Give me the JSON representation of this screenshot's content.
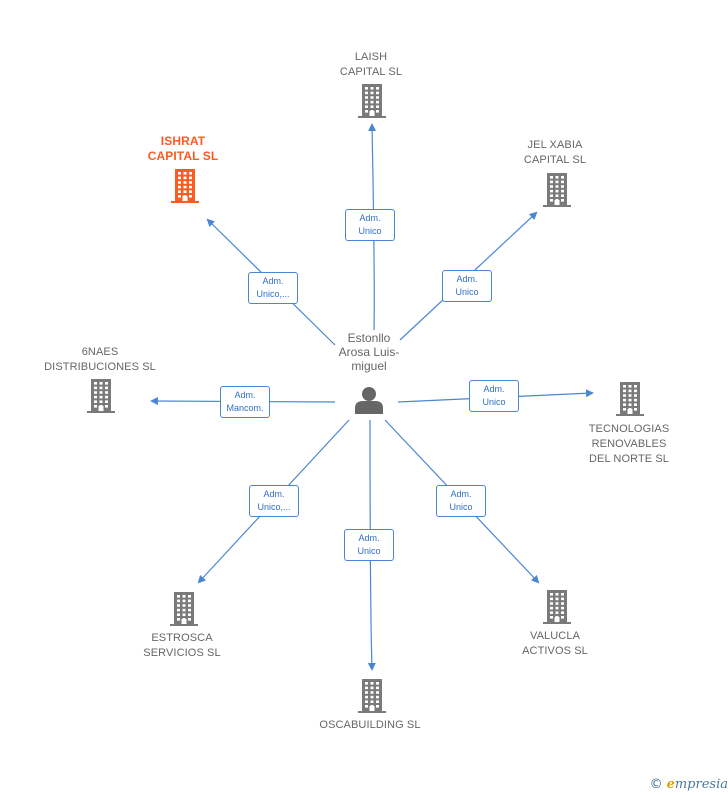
{
  "center": {
    "name": "Estonllo\nArosa Luis-\nmiguel",
    "icon": "person-icon"
  },
  "colors": {
    "edge": "#4a86d4",
    "building": "#7a7a7a",
    "highlight": "#ff5a1f"
  },
  "nodes": [
    {
      "id": "laish",
      "label": "LAISH\nCAPITAL  SL",
      "role": "Adm.\nUnico",
      "highlight": false
    },
    {
      "id": "jel-xabia",
      "label": "JEL XABIA\nCAPITAL  SL",
      "role": "Adm.\nUnico",
      "highlight": false
    },
    {
      "id": "ishrat",
      "label": "ISHRAT\nCAPITAL  SL",
      "role": "Adm.\nUnico,...",
      "highlight": true
    },
    {
      "id": "6naes",
      "label": "6NAES\nDISTRIBUCIONES SL",
      "role": "Adm.\nMancom.",
      "highlight": false
    },
    {
      "id": "tecnologias",
      "label": "TECNOLOGIAS\nRENOVABLES\nDEL NORTE SL",
      "role": "Adm.\nUnico",
      "highlight": false
    },
    {
      "id": "estrosca",
      "label": "ESTROSCA\nSERVICIOS SL",
      "role": "Adm.\nUnico,...",
      "highlight": false
    },
    {
      "id": "oscabuilding",
      "label": "OSCABUILDING SL",
      "role": "Adm.\nUnico",
      "highlight": false
    },
    {
      "id": "valucla",
      "label": "VALUCLA\nACTIVOS  SL",
      "role": "Adm.\nUnico",
      "highlight": false
    }
  ],
  "footer": {
    "copyright": "©",
    "brand_first": "e",
    "brand_rest": "mpresia"
  }
}
